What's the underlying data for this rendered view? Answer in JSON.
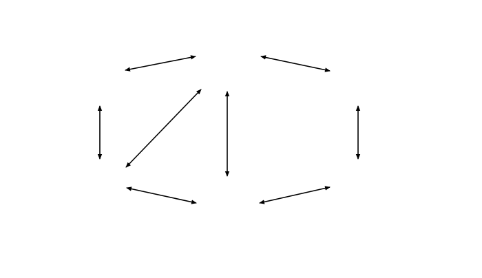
{
  "diagram": {
    "kind": "peer-to-peer network",
    "node_icon": "desktop-computer-icon",
    "colors": {
      "background": "#ffffff",
      "arrow": "#000000",
      "screen_light": "#9cc3ec",
      "screen_dark": "#3c6fb4",
      "bezel": "#eeeeee",
      "body_gray": "#d6d6d6",
      "shadow": "#a9a9a9"
    },
    "nodes": [
      {
        "id": "computer-top-left"
      },
      {
        "id": "computer-top-center"
      },
      {
        "id": "computer-top-right"
      },
      {
        "id": "computer-bottom-left"
      },
      {
        "id": "computer-bottom-center"
      },
      {
        "id": "computer-bottom-right"
      }
    ],
    "links": [
      {
        "from": "computer-top-left",
        "to": "computer-top-center",
        "direction": "both"
      },
      {
        "from": "computer-top-center",
        "to": "computer-top-right",
        "direction": "both"
      },
      {
        "from": "computer-top-left",
        "to": "computer-bottom-left",
        "direction": "both"
      },
      {
        "from": "computer-top-center",
        "to": "computer-bottom-left",
        "direction": "both"
      },
      {
        "from": "computer-top-center",
        "to": "computer-bottom-center",
        "direction": "both"
      },
      {
        "from": "computer-top-right",
        "to": "computer-bottom-right",
        "direction": "both"
      },
      {
        "from": "computer-bottom-left",
        "to": "computer-bottom-center",
        "direction": "both"
      },
      {
        "from": "computer-bottom-center",
        "to": "computer-bottom-right",
        "direction": "both"
      }
    ]
  }
}
